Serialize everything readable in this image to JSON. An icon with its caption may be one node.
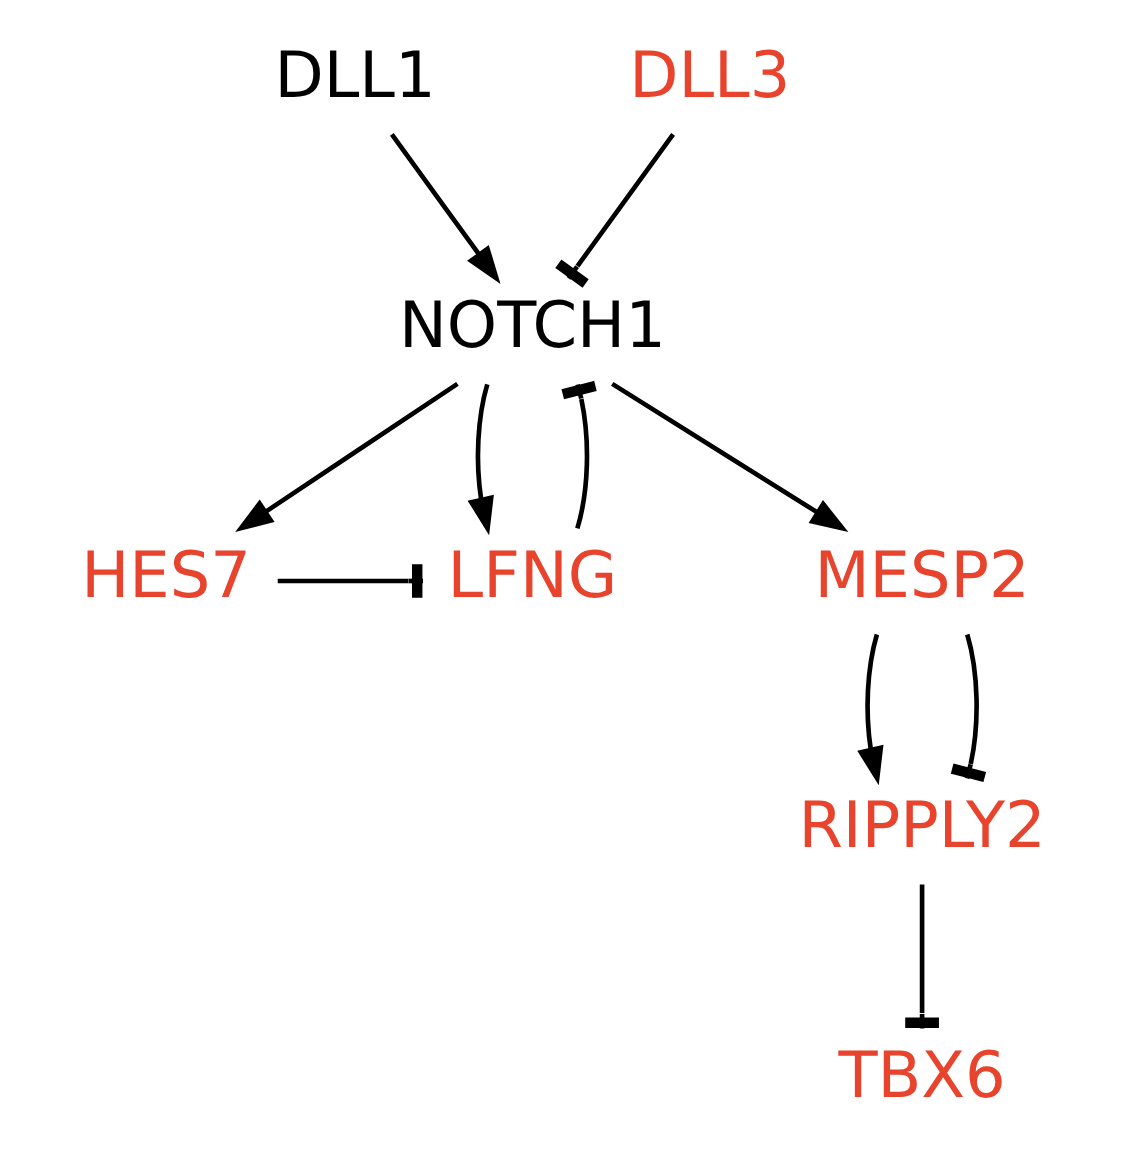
{
  "diagram": {
    "nodes": [
      {
        "text": [
          "DLL1"
        ]
      },
      {
        "text": [
          "DLL3"
        ]
      },
      {
        "text": [
          "NOTCH1"
        ]
      },
      {
        "text": [
          "LFNG"
        ]
      },
      {
        "text": [
          "HES7"
        ]
      },
      {
        "text": [
          "MESP2"
        ]
      },
      {
        "text": [
          "RIPPLY2"
        ]
      },
      {
        "text": [
          "TBX6"
        ]
      }
    ],
    "edges": [
      {
        "from": 0,
        "to": 2,
        "arrow": "to"
      },
      {
        "from": 1,
        "to": 2,
        "arrow": "other"
      },
      {
        "from": 3,
        "to": 2,
        "arrow": "other"
      },
      {
        "from": 2,
        "to": 3,
        "arrow": "to"
      },
      {
        "from": 2,
        "to": 4,
        "arrow": "to"
      },
      {
        "from": 4,
        "to": 3,
        "arrow": "other"
      },
      {
        "from": 2,
        "to": 5,
        "arrow": "to"
      },
      {
        "from": 5,
        "to": 6,
        "arrow": "to"
      },
      {
        "from": 5,
        "to": 6,
        "arrow": "other"
      },
      {
        "from": 6,
        "to": 7,
        "arrow": "other"
      }
    ]
  }
}
